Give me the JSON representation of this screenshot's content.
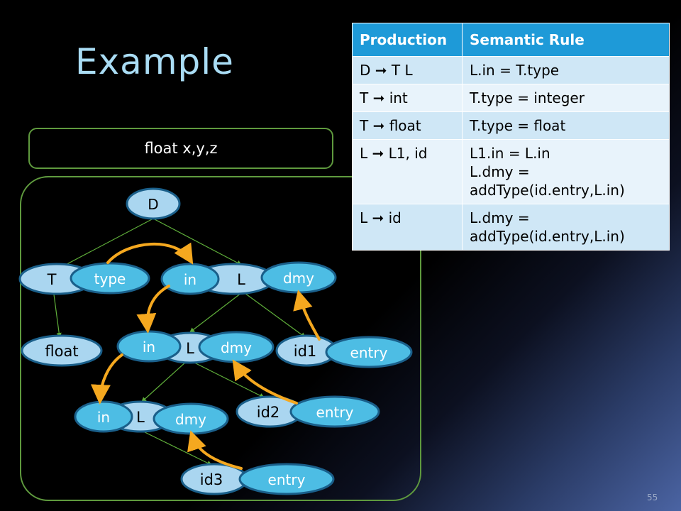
{
  "slide": {
    "title": "Example",
    "input_text": "float x,y,z",
    "page_number": "55"
  },
  "table": {
    "headers": [
      "Production",
      "Semantic Rule"
    ],
    "rows": [
      {
        "production": "D ➞ T L",
        "rule": "L.in = T.type"
      },
      {
        "production": "T ➞ int",
        "rule": "T.type = integer"
      },
      {
        "production": "T ➞ float",
        "rule": "T.type = float"
      },
      {
        "production": "L ➞ L1, id",
        "rule": "L1.in = L.in\nL.dmy = addType(id.entry,L.in)"
      },
      {
        "production": "L ➞ id",
        "rule": "L.dmy = addType(id.entry,L.in)"
      }
    ]
  },
  "tree": {
    "nodes": {
      "D": "D",
      "T": "T",
      "L": "L",
      "float": "float",
      "L1": "L",
      "id1": "id1",
      "L2": "L",
      "id2": "id2",
      "id3": "id3"
    },
    "attributes": {
      "type": "type",
      "in": "in",
      "dmy": "dmy",
      "entry": "entry"
    }
  },
  "colors": {
    "node_fill": "#aad6f0",
    "attr_fill": "#4dbde4",
    "edge": "#5fae3a",
    "arrow": "#f5a81f",
    "panel_border": "#5f9a3e",
    "header": "#1e9ad8"
  }
}
